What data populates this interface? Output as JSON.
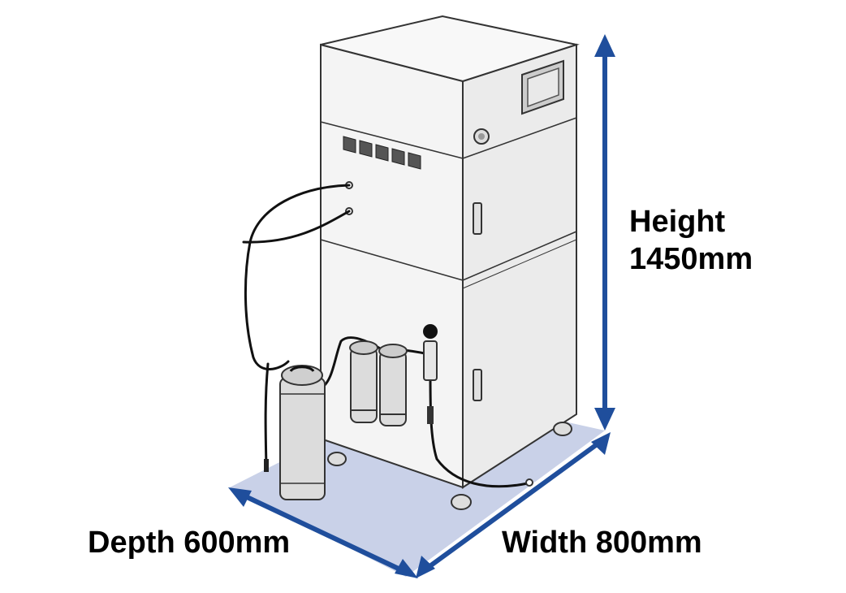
{
  "dimensions": {
    "height": {
      "line1": "Height",
      "line2": "1450mm"
    },
    "depth": "Depth 600mm",
    "width": "Width 800mm"
  },
  "colors": {
    "arrow": "#1f4e9c",
    "floor": "#c9d1e8",
    "outline": "#333333",
    "panel_front": "#f4f4f4",
    "panel_side": "#ebebeb",
    "panel_top": "#f8f8f8"
  },
  "icons": [
    "dimension-arrow",
    "touch-screen",
    "vent-grille",
    "door-handle",
    "caster-wheel",
    "gas-cylinder",
    "filter-canister",
    "pressure-gauge",
    "hose"
  ]
}
